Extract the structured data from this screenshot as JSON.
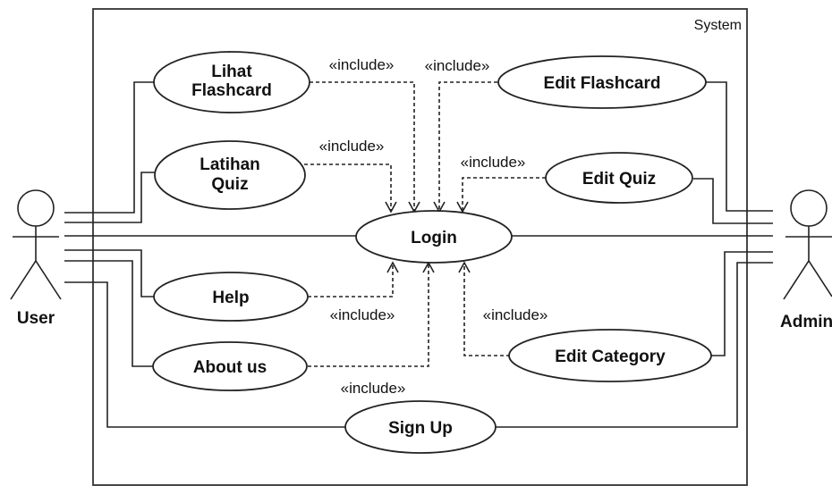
{
  "system": {
    "label": "System"
  },
  "actors": {
    "user": {
      "label": "User"
    },
    "admin": {
      "label": "Admin"
    }
  },
  "use_cases": {
    "lihat_flashcard": {
      "line1": "Lihat",
      "line2": "Flashcard"
    },
    "latihan_quiz": {
      "line1": "Latihan",
      "line2": "Quiz"
    },
    "login": {
      "label": "Login"
    },
    "help": {
      "label": "Help"
    },
    "about_us": {
      "label": "About us"
    },
    "sign_up": {
      "label": "Sign Up"
    },
    "edit_flashcard": {
      "label": "Edit Flashcard"
    },
    "edit_quiz": {
      "label": "Edit Quiz"
    },
    "edit_category": {
      "label": "Edit Category"
    }
  },
  "relations": {
    "include_lihat": "«include»",
    "include_edit_flashcard": "«include»",
    "include_latihan": "«include»",
    "include_edit_quiz": "«include»",
    "include_help": "«include»",
    "include_edit_category": "«include»",
    "include_about": "«include»"
  }
}
